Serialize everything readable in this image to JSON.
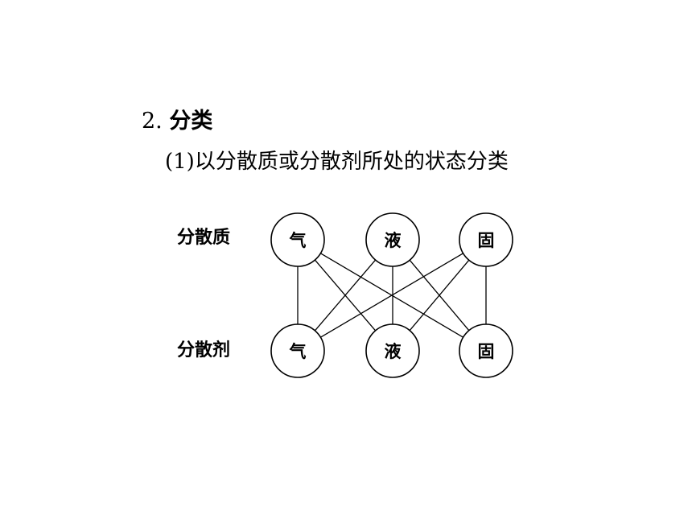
{
  "heading": {
    "number": "2.",
    "title": "分类"
  },
  "subheading": "(1)以分散质或分散剂所处的状态分类",
  "rows": [
    {
      "label": "分散质",
      "nodes": [
        "气",
        "液",
        "固"
      ]
    },
    {
      "label": "分散剂",
      "nodes": [
        "气",
        "液",
        "固"
      ]
    }
  ],
  "connections": "all-to-all"
}
